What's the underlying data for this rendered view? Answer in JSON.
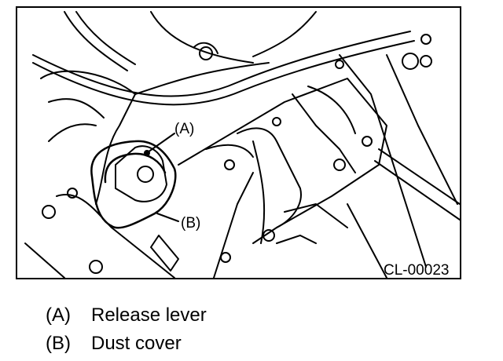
{
  "figure": {
    "code": "CL-00023",
    "callout_a": "(A)",
    "callout_b": "(B)"
  },
  "legend": [
    {
      "key": "(A)",
      "label": "Release lever"
    },
    {
      "key": "(B)",
      "label": "Dust cover"
    }
  ]
}
